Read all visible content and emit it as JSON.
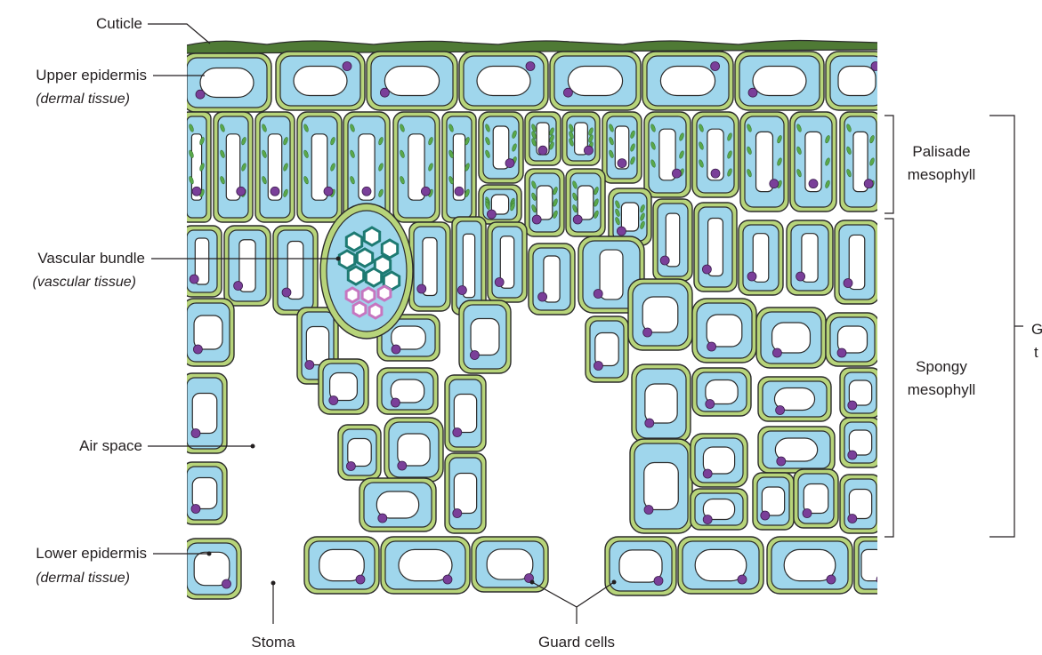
{
  "colors": {
    "cuticle": "#4f7a35",
    "cell_wall": "#b7d47a",
    "cytoplasm": "#9fd6ec",
    "vacuole": "#ffffff",
    "nucleus": "#7a3f99",
    "chloroplast": "#5aa84a",
    "xylem": "#1d7a72",
    "phloem": "#c676c0"
  },
  "labels": {
    "cuticle": "Cuticle",
    "upper_epidermis": "Upper epidermis",
    "upper_epidermis_sub": "(dermal tissue)",
    "vascular_bundle": "Vascular bundle",
    "vascular_bundle_sub": "(vascular tissue)",
    "air_space": "Air space",
    "lower_epidermis": "Lower epidermis",
    "lower_epidermis_sub": "(dermal tissue)",
    "stoma": "Stoma",
    "guard_cells": "Guard cells",
    "palisade_line1": "Palisade",
    "palisade_line2": "mesophyll",
    "spongy_line1": "Spongy",
    "spongy_line2": "mesophyll",
    "ground_line1": "G",
    "ground_line2": "t"
  }
}
